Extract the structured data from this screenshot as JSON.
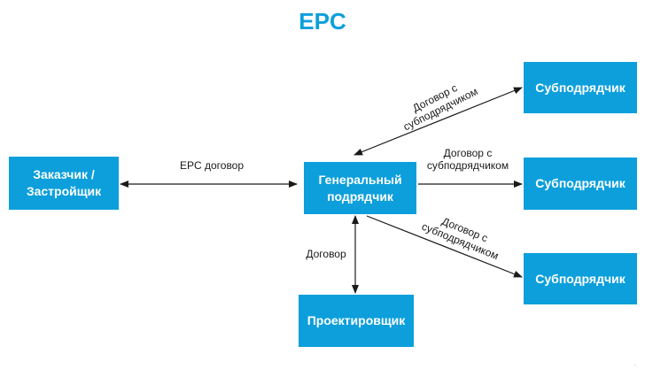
{
  "colors": {
    "box_fill": "#0c9fdb",
    "title": "#0c9fdb",
    "arrow": "#1a1a1a"
  },
  "title": "EPC",
  "nodes": {
    "customer": {
      "line1": "Заказчик /",
      "line2": "Застройщик"
    },
    "general_contractor": {
      "line1": "Генеральный",
      "line2": "подрядчик"
    },
    "designer": {
      "label": "Проектировщик"
    },
    "subcontractor_1": {
      "label": "Субподрядчик"
    },
    "subcontractor_2": {
      "label": "Субподрядчик"
    },
    "subcontractor_3": {
      "label": "Субподрядчик"
    }
  },
  "edges": {
    "customer_gc": {
      "label": "EPC договор",
      "bidirectional": true
    },
    "gc_sub1": {
      "line1": "Договор с",
      "line2": "субподрядчиком",
      "bidirectional": true
    },
    "gc_sub2": {
      "line1": "Договор с",
      "line2": "субподрядчиком",
      "bidirectional": false
    },
    "gc_sub3": {
      "line1": "Договор с",
      "line2": "субподрядчиком",
      "bidirectional": false
    },
    "gc_designer": {
      "label": "Договор",
      "bidirectional": true
    }
  }
}
